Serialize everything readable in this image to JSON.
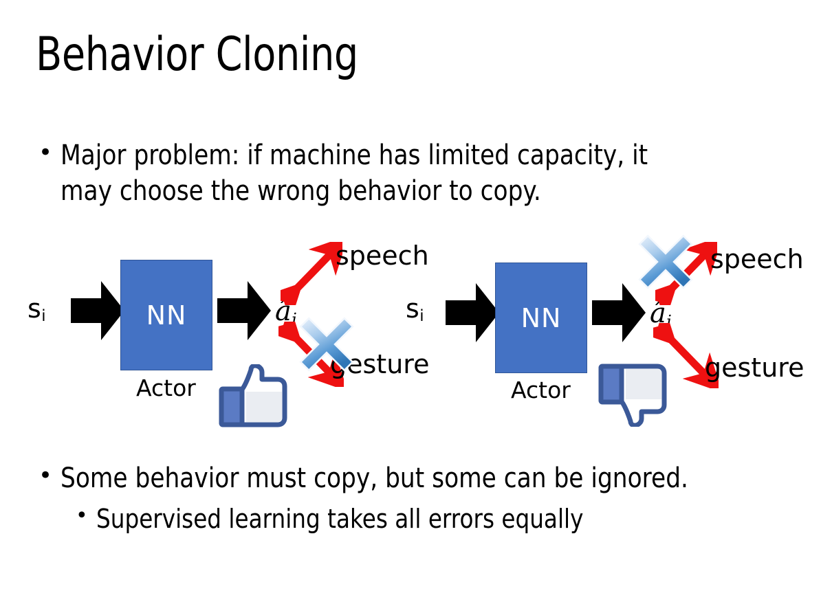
{
  "slide": {
    "title": "Behavior Cloning",
    "background_color": "#FFFFFF",
    "text_color": "#000000"
  },
  "bullets": {
    "top": {
      "marker": "•",
      "text": "Major problem: if machine has limited capacity, it\nmay choose the wrong behavior to copy."
    },
    "bottom_primary": {
      "marker": "•",
      "text": "Some behavior must copy, but some can be ignored."
    },
    "bottom_sub": {
      "marker": "•",
      "text": "Supervised learning takes all errors equally"
    }
  },
  "colors": {
    "nn_fill": "#4472C4",
    "nn_border": "#2F5597",
    "nn_text": "#FFFFFF",
    "arrow_black": "#000000",
    "arrow_red": "#EE1111",
    "x_blue_light": "#DCE9F8",
    "x_blue_mid": "#6FA8DC",
    "x_blue_dark": "#2E75B6",
    "thumb_outline": "#3B5998",
    "thumb_cuff": "#5B7BC4",
    "thumb_fill": "#FFFFFF",
    "thumb_shadow": "#E3E6EC"
  },
  "diagrams": [
    {
      "id": "left",
      "state_label": "s",
      "state_subscript": "i",
      "nn_label": "NN",
      "actor_label": "Actor",
      "action_symbol": "â",
      "action_subscript": "i",
      "outputs": [
        {
          "name": "speech",
          "label": "speech",
          "crossed_out": false
        },
        {
          "name": "gesture",
          "label": "gesture",
          "crossed_out": true
        }
      ],
      "verdict_icon": "thumbs-up-icon",
      "verdict": "good"
    },
    {
      "id": "right",
      "state_label": "s",
      "state_subscript": "i",
      "nn_label": "NN",
      "actor_label": "Actor",
      "action_symbol": "â",
      "action_subscript": "i",
      "outputs": [
        {
          "name": "speech",
          "label": "speech",
          "crossed_out": true
        },
        {
          "name": "gesture",
          "label": "gesture",
          "crossed_out": false
        }
      ],
      "verdict_icon": "thumbs-down-icon",
      "verdict": "bad"
    }
  ]
}
